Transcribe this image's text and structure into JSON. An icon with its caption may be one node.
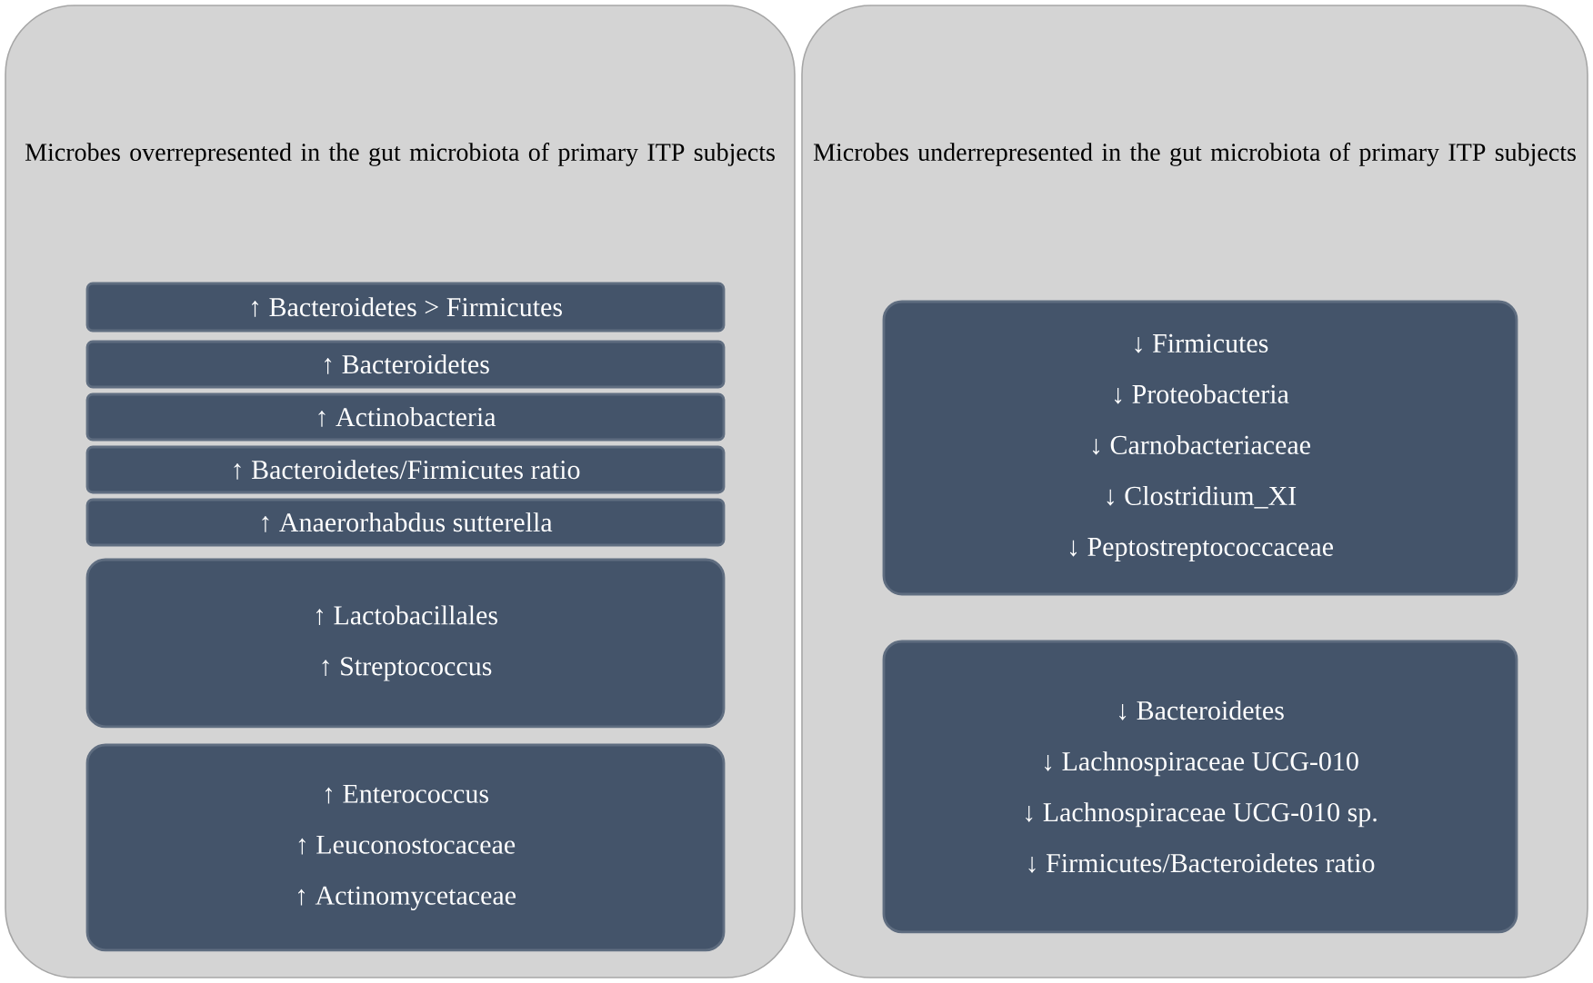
{
  "diagram": {
    "nodes": [
      {
        "text": [
          "Microbes overrepresented in the gut microbiota of primary ITP subjects"
        ]
      },
      {
        "text": [
          "↑ Bacteroidetes > Firmicutes"
        ],
        "in": 0
      },
      {
        "text": [
          "↑ Bacteroidetes"
        ],
        "in": 0
      },
      {
        "text": [
          "↑ Actinobacteria"
        ],
        "in": 0
      },
      {
        "text": [
          "↑ Bacteroidetes/Firmicutes ratio"
        ],
        "in": 0
      },
      {
        "text": [
          "↑ Anaerorhabdus sutterella"
        ],
        "in": 0
      },
      {
        "text": [
          "↑ Lactobacillales",
          "↑ Streptococcus"
        ],
        "in": 0
      },
      {
        "text": [
          "↑ Enterococcus",
          "↑ Leuconostocaceae",
          "↑ Actinomycetaceae"
        ],
        "in": 0
      },
      {
        "text": [
          "Microbes underrepresented in the gut microbiota of primary ITP subjects"
        ]
      },
      {
        "text": [
          "↓ Firmicutes",
          "↓ Proteobacteria",
          "↓ Carnobacteriaceae",
          "↓ Clostridium_XI",
          "↓ Peptostreptococcaceae"
        ],
        "in": 8
      },
      {
        "text": [
          "↓ Bacteroidetes",
          "↓ Lachnospiraceae UCG-010",
          "↓ Lachnospiraceae UCG-010 sp.",
          "↓ Firmicutes/Bacteroidetes ratio"
        ],
        "in": 8
      }
    ]
  }
}
